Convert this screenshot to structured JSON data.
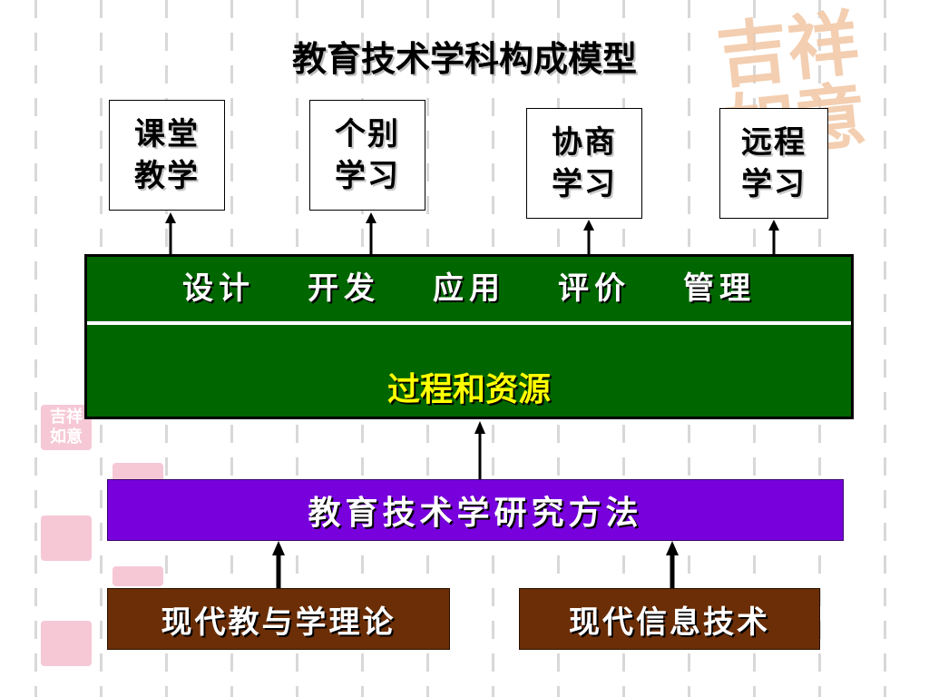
{
  "title": "教育技术学科构成模型",
  "top_boxes": [
    {
      "line1": "课堂",
      "line2": "教学"
    },
    {
      "line1": "个别",
      "line2": "学习"
    },
    {
      "line1": "协商",
      "line2": "学习"
    },
    {
      "line1": "远程",
      "line2": "学习"
    }
  ],
  "operations": [
    "设计",
    "开发",
    "应用",
    "评价",
    "管理"
  ],
  "process_label": "过程和资源",
  "method_label": "教育技术学研究方法",
  "foundations": [
    "现代教与学理论",
    "现代信息技术"
  ],
  "watermark": {
    "seal_large": "吉祥如意",
    "seal_small": "吉祥如意"
  },
  "colors": {
    "green_panel": "#006600",
    "purple_panel": "#7700dd",
    "brown_panel": "#6b2e06",
    "process_text": "#ffff00",
    "seal": "#f2c9a8",
    "stamp": "#f6c8d6"
  }
}
